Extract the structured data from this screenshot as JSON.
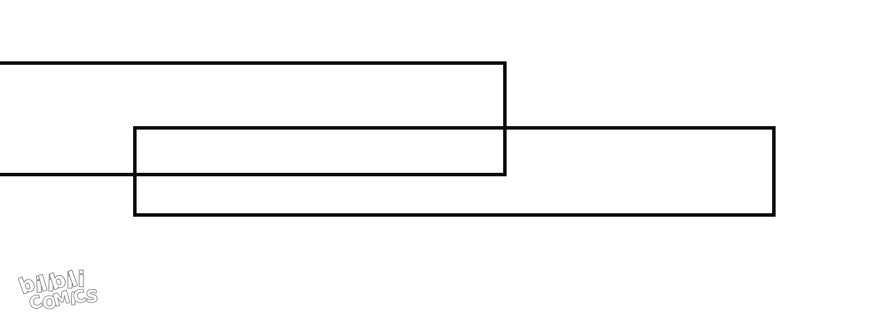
{
  "theme": {
    "bg": "#ffffff",
    "panel-border": "#0c0c0c",
    "logo-fill": "#ffffff",
    "logo-outline": "#5c5c5c"
  },
  "page": {
    "type": "comic-page",
    "panel_count": 2
  },
  "panels": [
    {
      "id": "panel-1",
      "content": ""
    },
    {
      "id": "panel-2",
      "content": ""
    }
  ],
  "watermark": {
    "line1": "bilibili",
    "line2": "COMICS"
  }
}
